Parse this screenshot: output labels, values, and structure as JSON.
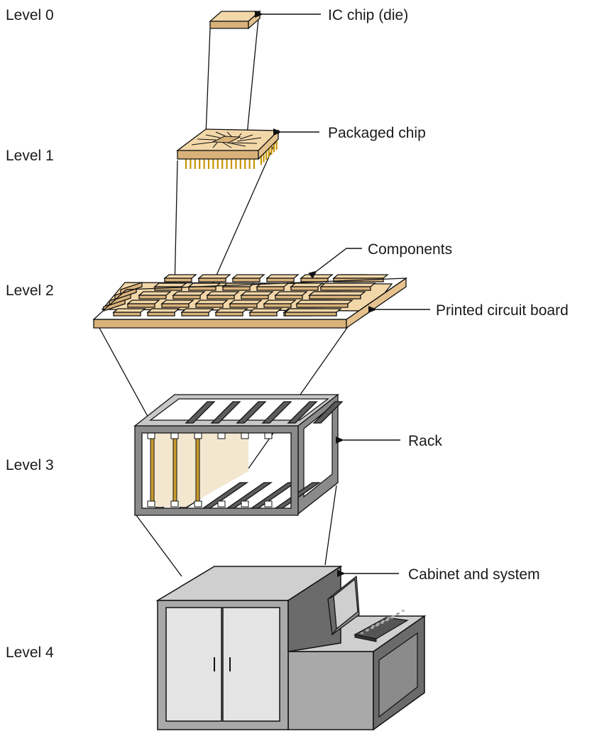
{
  "levels": [
    {
      "label": "Level 0"
    },
    {
      "label": "Level 1"
    },
    {
      "label": "Level 2"
    },
    {
      "label": "Level 3"
    },
    {
      "label": "Level 4"
    }
  ],
  "callouts": {
    "ic_chip": "IC chip (die)",
    "packaged_chip": "Packaged chip",
    "components": "Components",
    "pcb": "Printed circuit board",
    "rack": "Rack",
    "cabinet": "Cabinet and system"
  },
  "colors": {
    "chip_tan": "#f2d7a8",
    "pin_gold": "#c89400",
    "rack_gray": "#8a8a8a",
    "cabinet_gray": "#a9a9a9"
  }
}
